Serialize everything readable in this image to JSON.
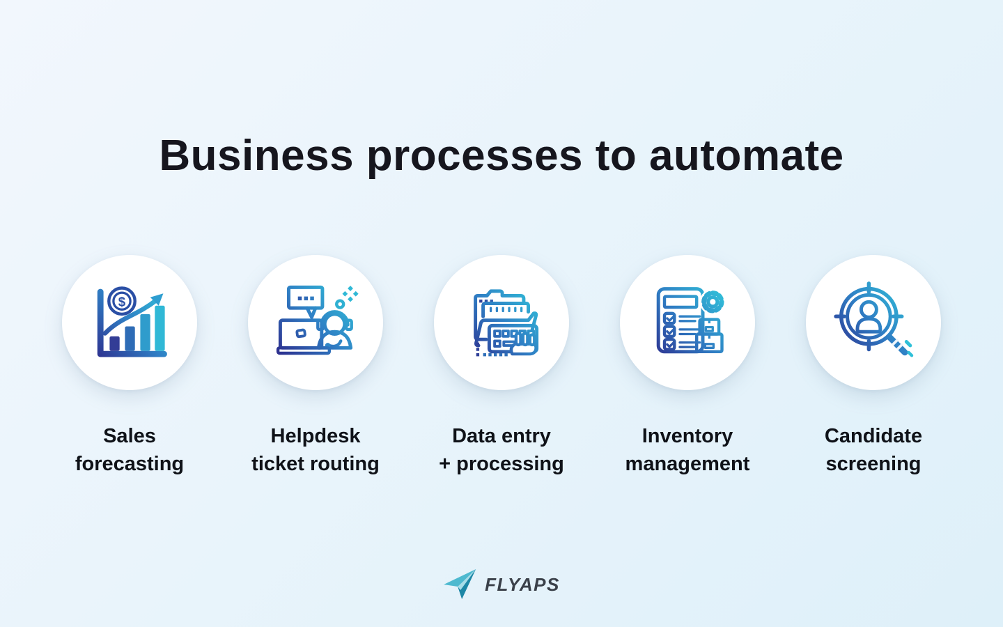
{
  "title": "Business processes to automate",
  "items": [
    {
      "icon": "sales-forecasting-icon",
      "line1": "Sales",
      "line2": "forecasting",
      "icon_text": "$"
    },
    {
      "icon": "helpdesk-ticket-routing-icon",
      "line1": "Helpdesk",
      "line2": "ticket routing"
    },
    {
      "icon": "data-entry-processing-icon",
      "line1": "Data entry",
      "line2": "+ processing"
    },
    {
      "icon": "inventory-management-icon",
      "line1": "Inventory",
      "line2": "management"
    },
    {
      "icon": "candidate-screening-icon",
      "line1": "Candidate",
      "line2": "screening"
    }
  ],
  "footer": {
    "brand": "FLYAPS",
    "logo_icon": "paper-plane-icon"
  },
  "colors": {
    "background_top": "#f2f7fd",
    "background_bottom": "#def0f9",
    "circle_fill": "#ffffff",
    "icon_gradient_start": "#2d2f8e",
    "icon_gradient_mid": "#2f7ec4",
    "icon_gradient_end": "#31c3da",
    "title_text": "#16161e",
    "label_text": "#0f1218",
    "brand_text": "#3a4049",
    "logo_teal_light": "#4db9cf",
    "logo_teal_dark": "#1d87a6"
  }
}
